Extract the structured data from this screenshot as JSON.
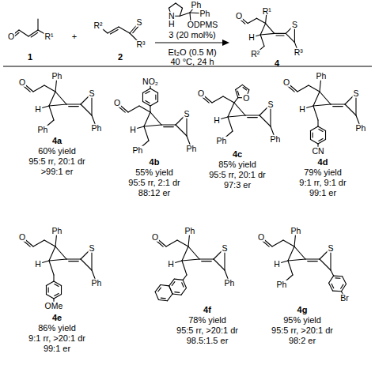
{
  "diagram": {
    "labels": [
      "O",
      "R¹",
      "1",
      "+",
      "R²",
      "S",
      "R³",
      "2",
      "N",
      "H",
      "Ph",
      "Ph",
      "ODPMS",
      "3 (20 mol%)",
      "Et₂O (0.5 M)",
      "40 °C, 24 h",
      "O",
      "R¹",
      "H",
      "R²",
      "S",
      "R³",
      "4",
      "O",
      "Ph",
      "H",
      "S",
      "Ph",
      "Ph",
      "4a",
      "60% yield",
      "95:5 rr, 20:1 dr",
      ">99:1 er",
      "NO₂",
      "O",
      "H",
      "S",
      "Ph",
      "Ph",
      "4b",
      "55% yield",
      "95:5 rr, 2:1 dr",
      "88:12 er",
      "O",
      "O",
      "H",
      "S",
      "Ph",
      "Ph",
      "4c",
      "85% yield",
      "95:5 rr, 20:1 dr",
      "97:3 er",
      "O",
      "Ph",
      "H",
      "S",
      "CN",
      "Ph",
      "4d",
      "79% yield",
      "9:1 rr, 9:1 dr",
      "99:1 er",
      "O",
      "Ph",
      "H",
      "S",
      "OMe",
      "Ph",
      "4e",
      "86% yield",
      "9:1 rr, >20:1 dr",
      "99:1 er",
      "O",
      "Ph",
      "H",
      "S",
      "Ph",
      "4f",
      "78% yield",
      "95:5 rr, >20:1 dr",
      "98.5:1.5 er",
      "O",
      "Ph",
      "H",
      "S",
      "Ph",
      "Br",
      "4g",
      "95% yield",
      "95:5 rr, >20:1 dr",
      "98:2 er"
    ]
  }
}
